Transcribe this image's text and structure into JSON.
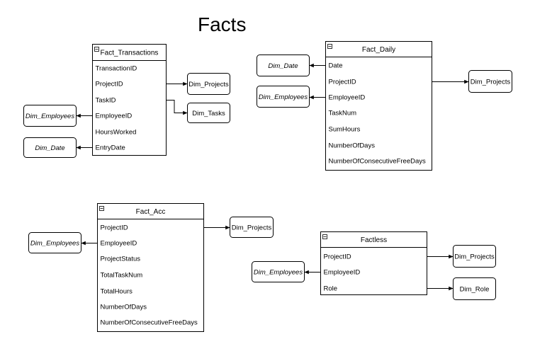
{
  "title": "Facts",
  "tables": [
    {
      "id": "fact-transactions",
      "name": "Fact_Transactions",
      "fields": [
        "TransactionID",
        "ProjectID",
        "TaskID",
        "EmployeeID",
        "HoursWorked",
        "EntryDate"
      ]
    },
    {
      "id": "fact-daily",
      "name": "Fact_Daily",
      "fields": [
        "Date",
        "ProjectID",
        "EmployeeID",
        "TaskNum",
        "SumHours",
        "NumberOfDays",
        "NumberOfConsecutiveFreeDays"
      ]
    },
    {
      "id": "fact-acc",
      "name": "Fact_Acc",
      "fields": [
        "ProjectID",
        "EmployeeID",
        "ProjectStatus",
        "TotalTaskNum",
        "TotalHours",
        "NumberOfDays",
        "NumberOfConsecutiveFreeDays"
      ]
    },
    {
      "id": "factless",
      "name": "Factless",
      "fields": [
        "ProjectID",
        "EmployeeID",
        "Role"
      ]
    }
  ],
  "dimensions": [
    {
      "id": "ft-dim-projects",
      "label": "Dim_Projects",
      "italic": false
    },
    {
      "id": "ft-dim-tasks",
      "label": "Dim_Tasks",
      "italic": false
    },
    {
      "id": "ft-dim-employees",
      "label": "Dim_Employees",
      "italic": true
    },
    {
      "id": "ft-dim-date",
      "label": "Dim_Date",
      "italic": true
    },
    {
      "id": "fd-dim-date",
      "label": "Dim_Date",
      "italic": true
    },
    {
      "id": "fd-dim-employees",
      "label": "Dim_Employees",
      "italic": true
    },
    {
      "id": "fd-dim-projects",
      "label": "Dim_Projects",
      "italic": false
    },
    {
      "id": "fa-dim-projects",
      "label": "Dim_Projects",
      "italic": false
    },
    {
      "id": "fa-dim-employees",
      "label": "Dim_Employees",
      "italic": true
    },
    {
      "id": "fl-dim-projects",
      "label": "Dim_Projects",
      "italic": false
    },
    {
      "id": "fl-dim-employees",
      "label": "Dim_Employees",
      "italic": true
    },
    {
      "id": "fl-dim-role",
      "label": "Dim_Role",
      "italic": false
    }
  ],
  "relations": [
    {
      "table": "fact-transactions",
      "field": 1,
      "dim": "ft-dim-projects"
    },
    {
      "table": "fact-transactions",
      "field": 2,
      "dim": "ft-dim-tasks"
    },
    {
      "table": "fact-transactions",
      "field": 3,
      "dim": "ft-dim-employees"
    },
    {
      "table": "fact-transactions",
      "field": 5,
      "dim": "ft-dim-date"
    },
    {
      "table": "fact-daily",
      "field": 0,
      "dim": "fd-dim-date"
    },
    {
      "table": "fact-daily",
      "field": 2,
      "dim": "fd-dim-employees"
    },
    {
      "table": "fact-daily",
      "field": 1,
      "dim": "fd-dim-projects"
    },
    {
      "table": "fact-acc",
      "field": 0,
      "dim": "fa-dim-projects"
    },
    {
      "table": "fact-acc",
      "field": 1,
      "dim": "fa-dim-employees"
    },
    {
      "table": "factless",
      "field": 0,
      "dim": "fl-dim-projects"
    },
    {
      "table": "factless",
      "field": 1,
      "dim": "fl-dim-employees"
    },
    {
      "table": "factless",
      "field": 2,
      "dim": "fl-dim-role"
    }
  ]
}
